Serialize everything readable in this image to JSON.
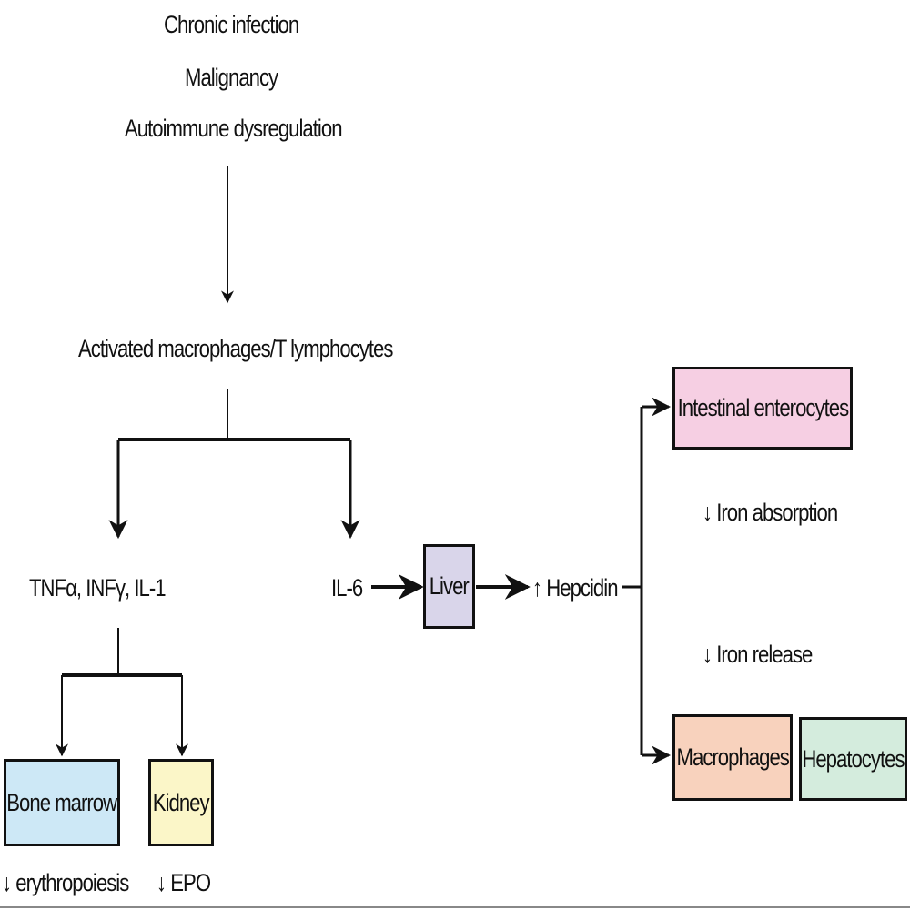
{
  "causes": [
    "Chronic infection",
    "Malignancy",
    "Autoimmune dysregulation"
  ],
  "activated_cells": "Activated macrophages/T lymphocytes",
  "cytokines_left": "TNFα, INFγ, IL-1",
  "cytokine_il6": "IL-6",
  "liver": "Liver",
  "hepcidin": "↑ Hepcidin",
  "bone_marrow": "Bone marrow",
  "kidney": "Kidney",
  "erythropoiesis": "↓ erythropoiesis",
  "epo": "↓ EPO",
  "intestinal_enterocytes": "Intestinal enterocytes",
  "iron_absorption": "↓ Iron absorption",
  "iron_release": "↓ Iron release",
  "macrophages": "Macrophages",
  "hepatocytes": "Hepatocytes",
  "colors": {
    "bone_marrow": "#cde8f6",
    "kidney": "#fbf6c8",
    "liver": "#d9d5ea",
    "intestinal_enterocytes": "#f6cfe3",
    "macrophages": "#f8d2bd",
    "hepatocytes": "#d4ecdd"
  }
}
